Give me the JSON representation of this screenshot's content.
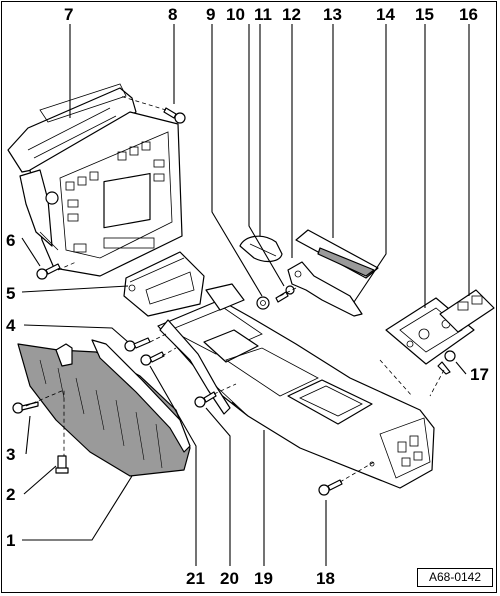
{
  "diagram": {
    "reference": "A68-0142",
    "labels": [
      "1",
      "2",
      "3",
      "4",
      "5",
      "6",
      "7",
      "8",
      "9",
      "10",
      "11",
      "12",
      "13",
      "14",
      "15",
      "16",
      "17",
      "18",
      "19",
      "20",
      "21"
    ]
  }
}
